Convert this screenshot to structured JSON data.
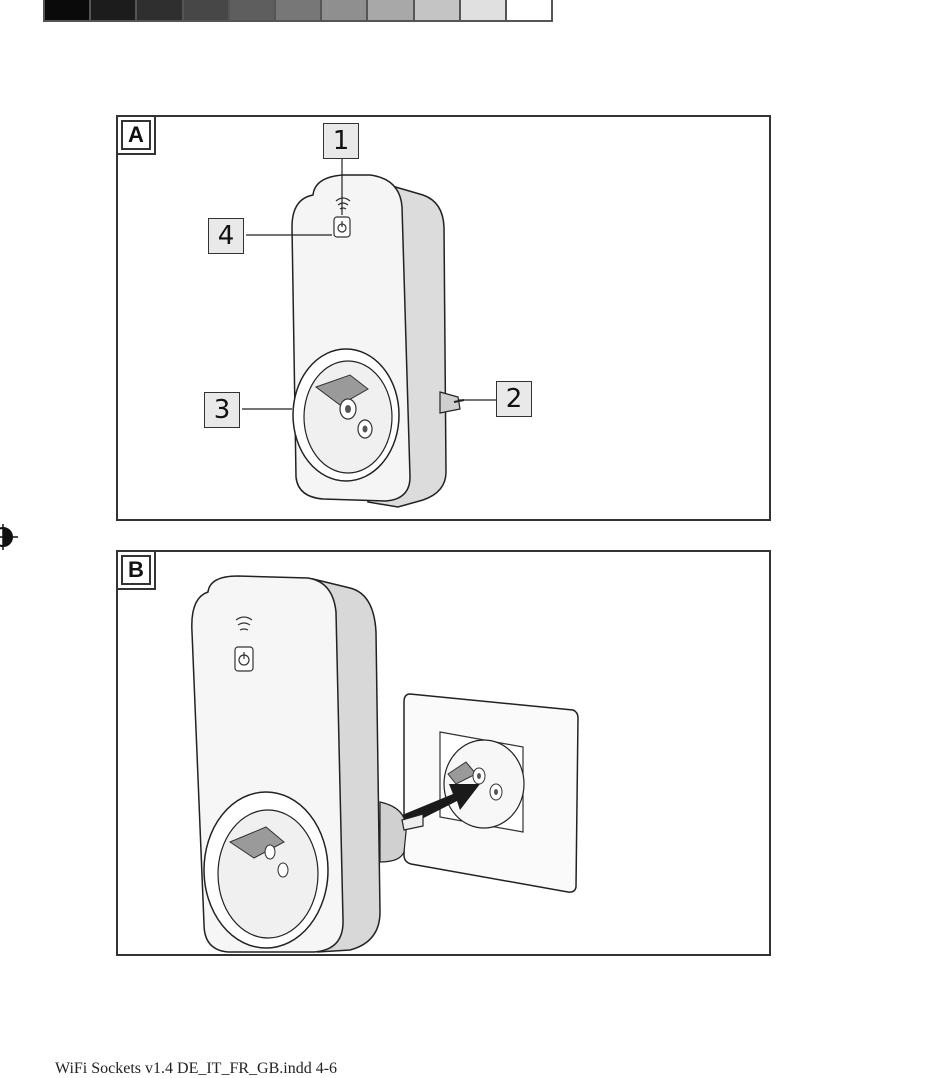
{
  "color_bar": {
    "swatches": [
      "#0a0a0a",
      "#1c1c1c",
      "#2f2f2f",
      "#474747",
      "#5e5e5e",
      "#777777",
      "#8f8f8f",
      "#a8a8a8",
      "#c4c4c4",
      "#e0e0e0",
      "#ffffff"
    ]
  },
  "figure_a": {
    "label": "A",
    "callouts": {
      "c1": "1",
      "c2": "2",
      "c3": "3",
      "c4": "4"
    }
  },
  "figure_b": {
    "label": "B"
  },
  "icons": [
    "wifi-icon",
    "power-icon",
    "registration-mark-icon",
    "arrow-icon"
  ],
  "footer": {
    "text": "WiFi Sockets v1.4 DE_IT_FR_GB.indd 4-6"
  }
}
